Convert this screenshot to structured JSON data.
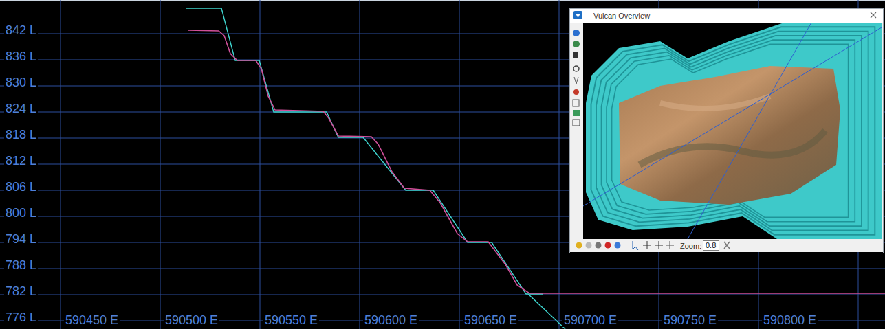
{
  "diagram": {
    "nodes": [
      {
        "text": [
          "Vulcan Overview",
          "Zoom:",
          "0.8"
        ]
      }
    ],
    "labels": [
      "842 L",
      "836 L",
      "830 L",
      "824 L",
      "818 L",
      "812 L",
      "806 L",
      "800 L",
      "794 L",
      "788 L",
      "782 L",
      "776 L",
      "590450 E",
      "590500 E",
      "590550 E",
      "590600 E",
      "590650 E",
      "590700 E",
      "590750 E",
      "590800 E"
    ]
  }
}
